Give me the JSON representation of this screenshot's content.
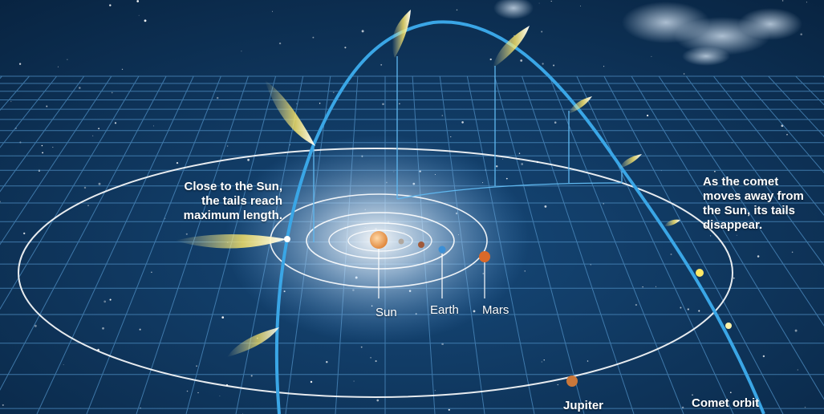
{
  "labels": {
    "close_line1": "Close to the Sun,",
    "close_line2": "the tails reach",
    "close_line3": "maximum length.",
    "away_line1": "As the comet",
    "away_line2": "moves away from",
    "away_line3": "the Sun, its tails",
    "away_line4": "disappear.",
    "sun": "Sun",
    "earth": "Earth",
    "mars": "Mars",
    "jupiter": "Jupiter",
    "comet_orbit": "Comet orbit"
  },
  "colors": {
    "sky": "#0b2a4a",
    "grid": "#4f8fc4",
    "comet_orbit": "#3aa6e6",
    "planet_orbit": "#ffffff",
    "sun": "#f2a45e",
    "earth": "#3b8fd6",
    "mars": "#d9692a",
    "jupiter": "#c9773a",
    "tail": "#ffe866"
  }
}
